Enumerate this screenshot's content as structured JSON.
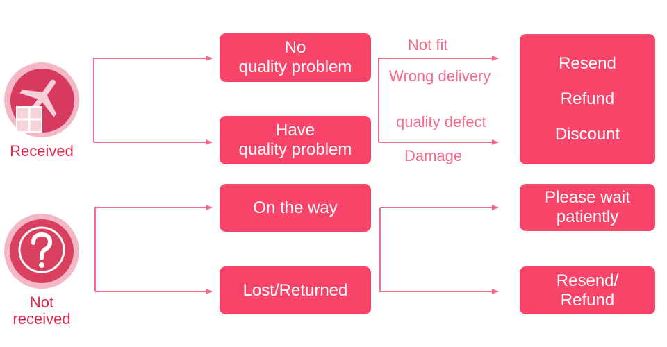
{
  "colors": {
    "box": "#f9446a",
    "line": "#f46a8c",
    "status_text": "#e0284f"
  },
  "received": {
    "label": "Received",
    "icon": "airplane-package-icon",
    "no_problem": {
      "line1": "No",
      "line2": "quality problem"
    },
    "have_problem": {
      "line1": "Have",
      "line2": "quality problem"
    },
    "reasons": {
      "not_fit": "Not fit",
      "wrong_delivery": "Wrong delivery",
      "quality_defect": "quality defect",
      "damage": "Damage"
    },
    "solutions": [
      "Resend",
      "Refund",
      "Discount"
    ]
  },
  "not_received": {
    "label_line1": "Not",
    "label_line2": "received",
    "icon": "question-mark-icon",
    "on_the_way": "On the way",
    "lost_returned": "Lost/Returned",
    "wait": {
      "line1": "Please wait",
      "line2": "patiently"
    },
    "resend_refund": {
      "line1": "Resend/",
      "line2": "Refund"
    }
  }
}
